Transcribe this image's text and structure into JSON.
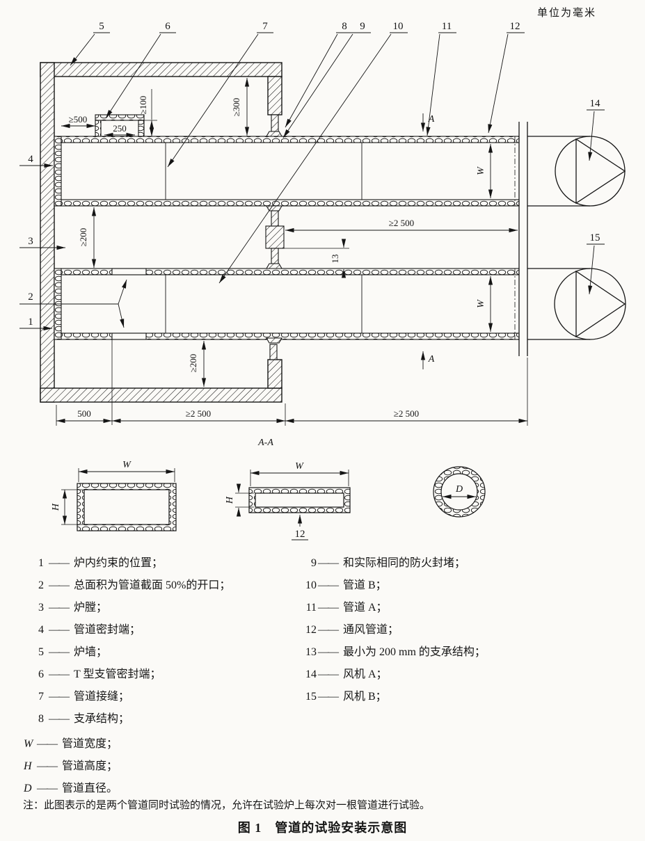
{
  "unit_label": "单位为毫米",
  "drawing": {
    "callouts": {
      "1": "1",
      "2": "2",
      "3": "3",
      "4": "4",
      "5": "5",
      "6": "6",
      "7": "7",
      "8": "8",
      "9": "9",
      "10": "10",
      "11": "11",
      "12": "12",
      "13": "13",
      "14": "14",
      "15": "15"
    },
    "dims": {
      "ge500": "≥500",
      "w250": "250",
      "ge100": "≥100",
      "ge300": "≥300",
      "ge200": "≥200",
      "ge2500": "≥2 500",
      "b500": "500"
    },
    "letters": {
      "W": "W",
      "H": "H",
      "D": "D",
      "A": "A"
    },
    "section_label": "A-A"
  },
  "legend": {
    "dash": "——",
    "left": [
      {
        "n": "1",
        "t": "炉内约束的位置；"
      },
      {
        "n": "2",
        "t": "总面积为管道截面 50%的开口；"
      },
      {
        "n": "3",
        "t": "炉膛；"
      },
      {
        "n": "4",
        "t": "管道密封端；"
      },
      {
        "n": "5",
        "t": "炉墙；"
      },
      {
        "n": "6",
        "t": "T 型支管密封端；"
      },
      {
        "n": "7",
        "t": "管道接缝；"
      },
      {
        "n": "8",
        "t": "支承结构；"
      }
    ],
    "right": [
      {
        "n": "9",
        "t": "和实际相同的防火封堵；"
      },
      {
        "n": "10",
        "t": "管道 B；"
      },
      {
        "n": "11",
        "t": "管道 A；"
      },
      {
        "n": "12",
        "t": "通风管道；"
      },
      {
        "n": "13",
        "t": "最小为 200 mm 的支承结构；"
      },
      {
        "n": "14",
        "t": "风机 A；"
      },
      {
        "n": "15",
        "t": "风机 B；"
      }
    ]
  },
  "symbols": [
    {
      "s": "W",
      "t": "管道宽度；"
    },
    {
      "s": "H",
      "t": "管道高度；"
    },
    {
      "s": "D",
      "t": "管道直径。"
    }
  ],
  "note": {
    "label": "注：",
    "text": "此图表示的是两个管道同时试验的情况，允许在试验炉上每次对一根管道进行试验。"
  },
  "caption": "图 1　管道的试验安装示意图"
}
